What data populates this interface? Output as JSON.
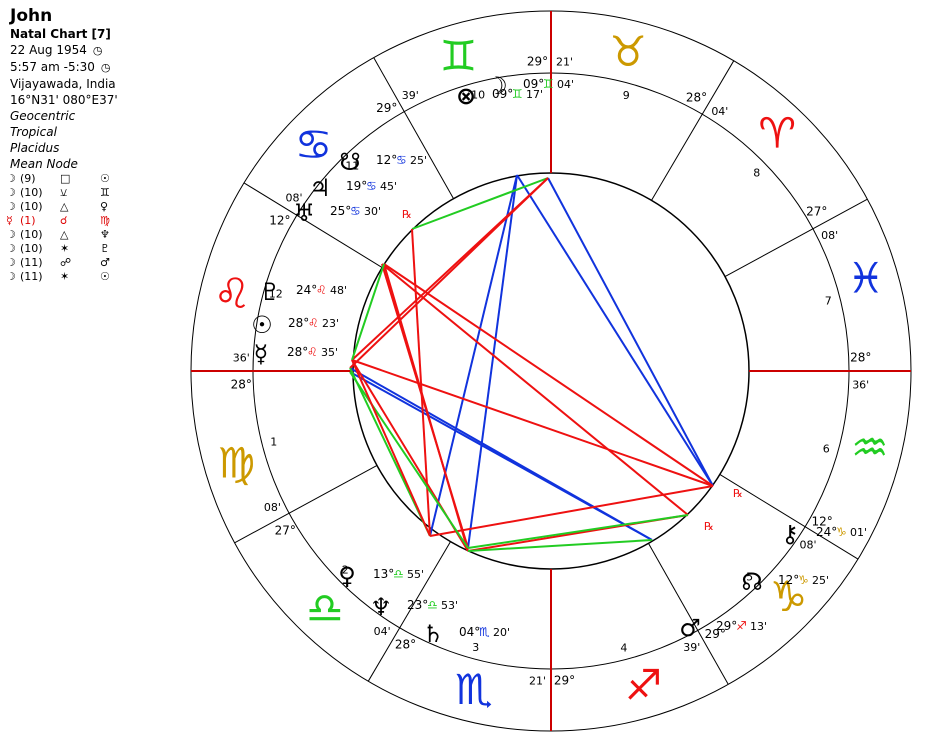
{
  "info": {
    "name": "John",
    "chart_type": "Natal Chart [7]",
    "date": "22 Aug 1954",
    "time": "5:57 am  -5:30",
    "place": "Vijayawada, India",
    "coords": "16°N31' 080°E37'",
    "settings": [
      "Geocentric",
      "Tropical",
      "Placidus",
      "Mean Node"
    ],
    "clock_icon": "clock-icon"
  },
  "aspect_table": [
    {
      "p1": "☽",
      "count": "(9)",
      "asp": "□",
      "p2": "☉",
      "color": "#000000"
    },
    {
      "p1": "☽",
      "count": "(10)",
      "asp": "⚺",
      "p2": "♊",
      "color": "#000000"
    },
    {
      "p1": "☽",
      "count": "(10)",
      "asp": "△",
      "p2": "♀",
      "color": "#000000"
    },
    {
      "p1": "☿",
      "count": "(1)",
      "asp": "☌",
      "p2": "♍",
      "color": "#dd0000"
    },
    {
      "p1": "☽",
      "count": "(10)",
      "asp": "△",
      "p2": "♆",
      "color": "#000000"
    },
    {
      "p1": "☽",
      "count": "(10)",
      "asp": "✶",
      "p2": "♇",
      "color": "#000000"
    },
    {
      "p1": "☽",
      "count": "(11)",
      "asp": "☍",
      "p2": "♂",
      "color": "#000000"
    },
    {
      "p1": "☽",
      "count": "(11)",
      "asp": "✶",
      "p2": "☉",
      "color": "#000000"
    }
  ],
  "colors": {
    "fire": "#ee1111",
    "earth": "#cc9900",
    "air": "#22cc22",
    "water": "#1133dd",
    "axis": "#cc0000",
    "hard_aspect": "#ee1111",
    "soft_aspect": "#1133dd",
    "minor_aspect": "#22cc22"
  },
  "cusps": [
    {
      "deg": "28°",
      "min": "36'",
      "house": "1"
    },
    {
      "deg": "27°",
      "min": "08'",
      "house": "2"
    },
    {
      "deg": "28°",
      "min": "04'",
      "house": "3"
    },
    {
      "deg": "29°",
      "min": "21'",
      "house": "4"
    },
    {
      "deg": "29°",
      "min": "39'",
      "house": "5"
    },
    {
      "deg": "12°",
      "min": "08'",
      "house": "6"
    },
    {
      "deg": "28°",
      "min": "36'",
      "house": "7"
    },
    {
      "deg": "27°",
      "min": "08'",
      "house": "8"
    },
    {
      "deg": "28°",
      "min": "04'",
      "house": "9"
    },
    {
      "deg": "29°",
      "min": "21'",
      "house": "10"
    },
    {
      "deg": "29°",
      "min": "39'",
      "house": "11"
    },
    {
      "deg": "12°",
      "min": "08'",
      "house": "12"
    }
  ],
  "planets": [
    {
      "name": "moon",
      "glyph": "☽",
      "deg": "09°",
      "sign": "♊",
      "min": "04'"
    },
    {
      "name": "part-of-fortune",
      "glyph": "⊗",
      "deg": "09°",
      "sign": "♊",
      "min": "17'"
    },
    {
      "name": "south-node",
      "glyph": "☋",
      "deg": "12°",
      "sign": "♋",
      "min": "25'"
    },
    {
      "name": "jupiter",
      "glyph": "♃",
      "deg": "19°",
      "sign": "♋",
      "min": "45'"
    },
    {
      "name": "uranus",
      "glyph": "♅",
      "deg": "25°",
      "sign": "♋",
      "min": "30'"
    },
    {
      "name": "pluto",
      "glyph": "♇",
      "deg": "24°",
      "sign": "♌",
      "min": "48'"
    },
    {
      "name": "sun",
      "glyph": "☉",
      "deg": "28°",
      "sign": "♌",
      "min": "23'"
    },
    {
      "name": "mercury",
      "glyph": "☿",
      "deg": "28°",
      "sign": "♌",
      "min": "35'"
    },
    {
      "name": "venus",
      "glyph": "♀",
      "deg": "13°",
      "sign": "♎",
      "min": "55'"
    },
    {
      "name": "neptune",
      "glyph": "♆",
      "deg": "23°",
      "sign": "♎",
      "min": "53'"
    },
    {
      "name": "saturn",
      "glyph": "♄",
      "deg": "04°",
      "sign": "♏",
      "min": "20'"
    },
    {
      "name": "mars",
      "glyph": "♂",
      "deg": "29°",
      "sign": "♐",
      "min": "13'"
    },
    {
      "name": "north-node",
      "glyph": "☊",
      "deg": "12°",
      "sign": "♑",
      "min": "25'"
    },
    {
      "name": "chiron",
      "glyph": "⚷",
      "deg": "24°",
      "sign": "♑",
      "min": "01'"
    }
  ],
  "retrograde_mark": "℞"
}
